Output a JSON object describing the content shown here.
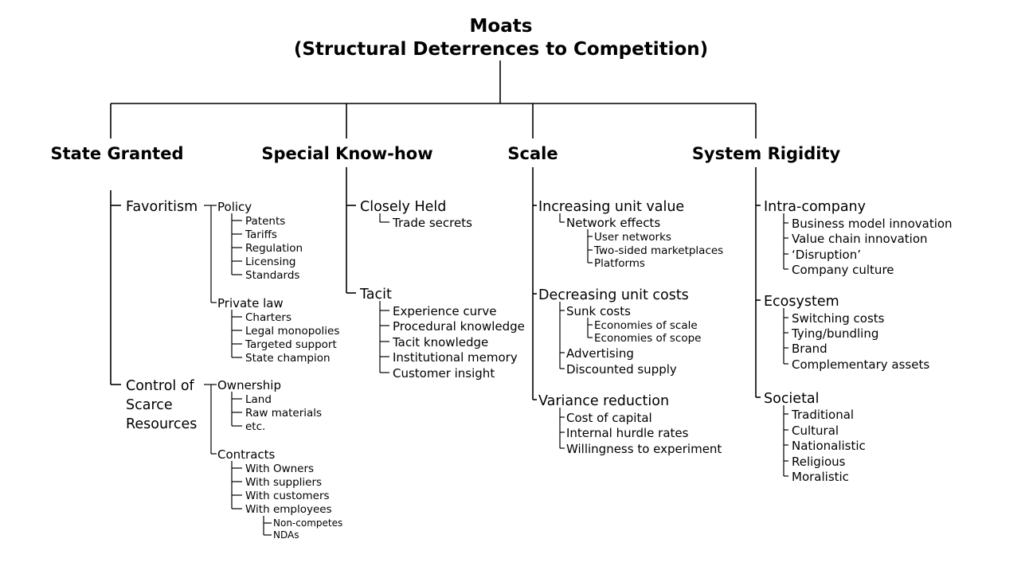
{
  "title_line1": "Moats",
  "title_line2": "(Structural Deterrences to Competition)",
  "categories": {
    "state": "State Granted",
    "knowhow": "Special Know-how",
    "scale": "Scale",
    "rigidity": "System Rigidity"
  },
  "state": {
    "favoritism": "Favoritism",
    "policy": "Policy",
    "policy_items": [
      "Patents",
      "Tariffs",
      "Regulation",
      "Licensing",
      "Standards"
    ],
    "private_law": "Private law",
    "private_law_items": [
      "Charters",
      "Legal monopolies",
      "Targeted support",
      "State champion"
    ],
    "control_lines": [
      "Control of",
      "Scarce",
      "Resources"
    ],
    "ownership": "Ownership",
    "ownership_items": [
      "Land",
      "Raw materials",
      "etc."
    ],
    "contracts": "Contracts",
    "contracts_items": [
      "With Owners",
      "With suppliers",
      "With customers",
      "With employees"
    ],
    "employee_items": [
      "Non-competes",
      "NDAs"
    ]
  },
  "knowhow": {
    "closely_held": "Closely Held",
    "closely_held_items": [
      "Trade secrets"
    ],
    "tacit": "Tacit",
    "tacit_items": [
      "Experience curve",
      "Procedural knowledge",
      "Tacit knowledge",
      "Institutional memory",
      "Customer insight"
    ]
  },
  "scale": {
    "increasing": "Increasing unit value",
    "network": "Network effects",
    "network_items": [
      "User networks",
      "Two-sided marketplaces",
      "Platforms"
    ],
    "decreasing": "Decreasing unit costs",
    "sunk": "Sunk costs",
    "sunk_items": [
      "Economies of scale",
      "Economies of scope"
    ],
    "advertising": "Advertising",
    "discounted": "Discounted supply",
    "variance": "Variance reduction",
    "variance_items": [
      "Cost of capital",
      "Internal hurdle rates",
      "Willingness to experiment"
    ]
  },
  "rigidity": {
    "intra": "Intra-company",
    "intra_items": [
      "Business model innovation",
      "Value chain innovation",
      "‘Disruption’",
      "Company culture"
    ],
    "ecosystem": "Ecosystem",
    "ecosystem_items": [
      "Switching costs",
      "Tying/bundling",
      "Brand",
      "Complementary assets"
    ],
    "societal": "Societal",
    "societal_items": [
      "Traditional",
      "Cultural",
      "Nationalistic",
      "Religious",
      "Moralistic"
    ]
  }
}
